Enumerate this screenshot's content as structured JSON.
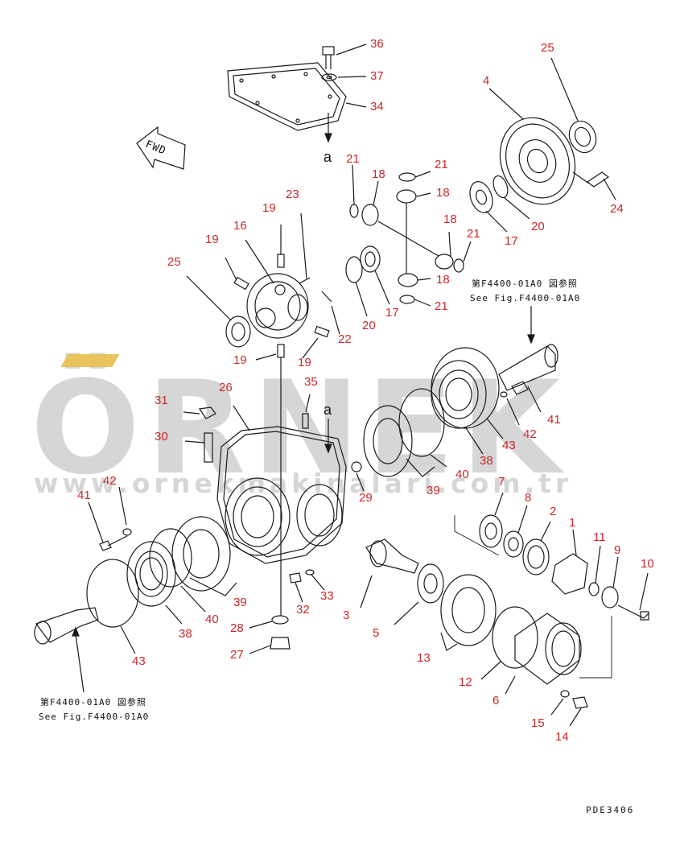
{
  "watermark": {
    "brand": "ÖRNEK",
    "url": "www.ornekmakinalari.com.tr"
  },
  "direction_label": "FWD",
  "view_marks": {
    "top": "a",
    "middle": "a"
  },
  "references": {
    "top_right": {
      "jp": "第F4400-01A0 図参照",
      "en": "See Fig.F4400-01A0"
    },
    "bottom_left": {
      "jp": "第F4400-01A0 図参照",
      "en": "See Fig.F4400-01A0"
    }
  },
  "drawing_code": "PDE3406",
  "parts": {
    "p1": "1",
    "p2": "2",
    "p3": "3",
    "p4": "4",
    "p5": "5",
    "p6": "6",
    "p7": "7",
    "p8": "8",
    "p9": "9",
    "p10": "10",
    "p11": "11",
    "p12": "12",
    "p13": "13",
    "p14": "14",
    "p15": "15",
    "p16": "16",
    "p17a": "17",
    "p17b": "17",
    "p18a": "18",
    "p18b": "18",
    "p18c": "18",
    "p18d": "18",
    "p19a": "19",
    "p19b": "19",
    "p19c": "19",
    "p19d": "19",
    "p20a": "20",
    "p20b": "20",
    "p21a": "21",
    "p21b": "21",
    "p21c": "21",
    "p21d": "21",
    "p22": "22",
    "p23": "23",
    "p24": "24",
    "p25a": "25",
    "p25b": "25",
    "p26": "26",
    "p27": "27",
    "p28": "28",
    "p29": "29",
    "p30": "30",
    "p31": "31",
    "p32": "32",
    "p33": "33",
    "p34": "34",
    "p35": "35",
    "p36": "36",
    "p37": "37",
    "p38a": "38",
    "p38b": "38",
    "p39a": "39",
    "p39b": "39",
    "p40a": "40",
    "p40b": "40",
    "p41a": "41",
    "p41b": "41",
    "p42a": "42",
    "p42b": "42",
    "p43a": "43",
    "p43b": "43"
  },
  "colors": {
    "callout": "#c8282a",
    "linework": "#1a1a1a",
    "watermark": "#d6d6d6",
    "watermark_accent": "#e9c35c"
  }
}
